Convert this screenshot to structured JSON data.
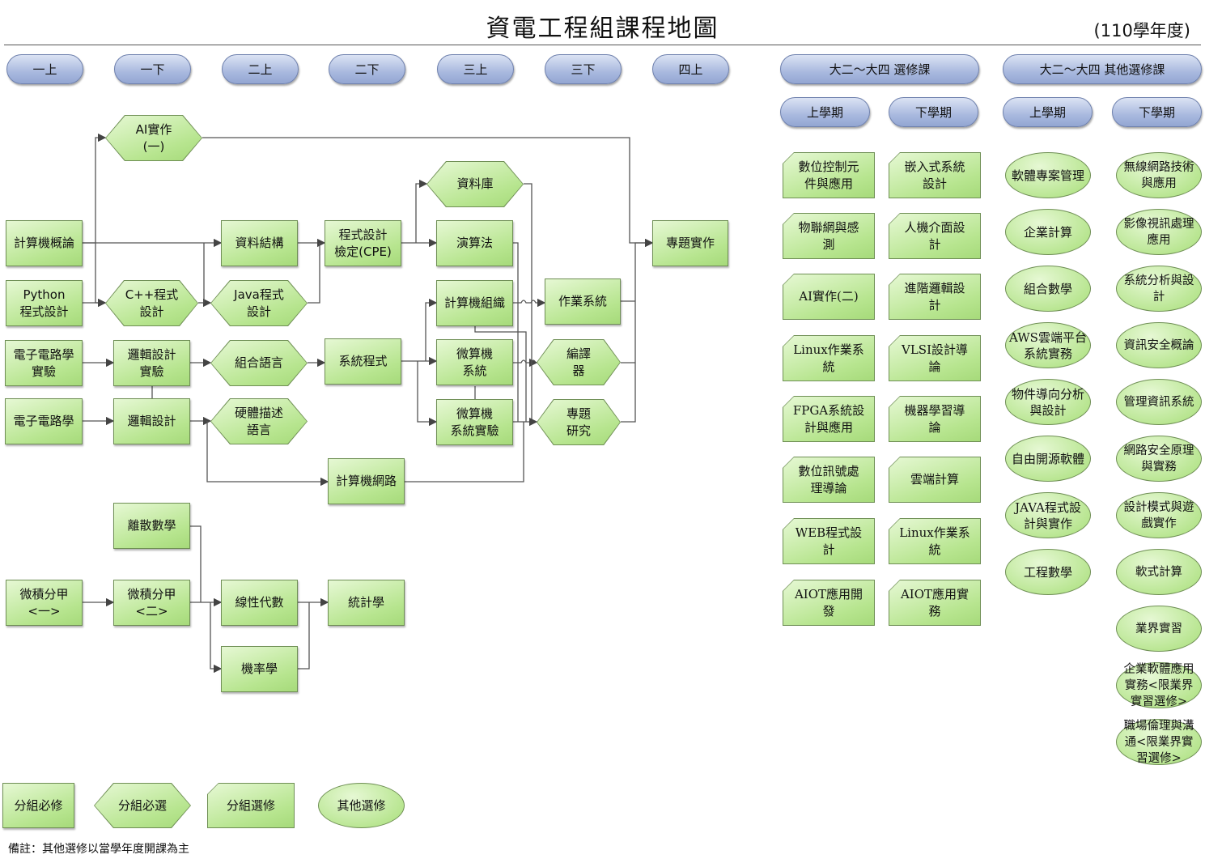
{
  "header": {
    "title": "資電工程組課程地圖",
    "year": "(110學年度)"
  },
  "semesters": [
    "一上",
    "一下",
    "二上",
    "二下",
    "三上",
    "三下",
    "四上"
  ],
  "elective_headers": {
    "group": "大二～大四 選修課",
    "other": "大二～大四 其他選修課",
    "first_half": "上學期",
    "second_half": "下學期"
  },
  "courses": [
    {
      "id": "intro",
      "label": "計算機概論",
      "type": "required"
    },
    {
      "id": "python",
      "label": "Python\n程式設計",
      "type": "required"
    },
    {
      "id": "eclab",
      "label": "電子電路學\n實驗",
      "type": "required"
    },
    {
      "id": "ec",
      "label": "電子電路學",
      "type": "required"
    },
    {
      "id": "calc1",
      "label": "微積分甲\n<一>",
      "type": "required"
    },
    {
      "id": "ai1",
      "label": "AI實作\n(一)",
      "type": "required-choice"
    },
    {
      "id": "cpp",
      "label": "C++程式\n設計",
      "type": "required-choice"
    },
    {
      "id": "logiclab",
      "label": "邏輯設計\n實驗",
      "type": "required"
    },
    {
      "id": "logic",
      "label": "邏輯設計",
      "type": "required"
    },
    {
      "id": "discrete",
      "label": "離散數學",
      "type": "required"
    },
    {
      "id": "calc2",
      "label": "微積分甲\n<二>",
      "type": "required"
    },
    {
      "id": "ds",
      "label": "資料結構",
      "type": "required"
    },
    {
      "id": "java",
      "label": "Java程式\n設計",
      "type": "required-choice"
    },
    {
      "id": "asm",
      "label": "組合語言",
      "type": "required-choice"
    },
    {
      "id": "hdl",
      "label": "硬體描述\n語言",
      "type": "required-choice"
    },
    {
      "id": "linalg",
      "label": "線性代數",
      "type": "required"
    },
    {
      "id": "prob",
      "label": "機率學",
      "type": "required"
    },
    {
      "id": "cpe",
      "label": "程式設計\n檢定(CPE)",
      "type": "required"
    },
    {
      "id": "sysprog",
      "label": "系統程式",
      "type": "required"
    },
    {
      "id": "net",
      "label": "計算機網路",
      "type": "required"
    },
    {
      "id": "stat",
      "label": "統計學",
      "type": "required"
    },
    {
      "id": "db",
      "label": "資料庫",
      "type": "required-choice"
    },
    {
      "id": "algo",
      "label": "演算法",
      "type": "required"
    },
    {
      "id": "org",
      "label": "計算機組織",
      "type": "required"
    },
    {
      "id": "micro",
      "label": "微算機\n系統",
      "type": "required"
    },
    {
      "id": "microlab",
      "label": "微算機\n系統實驗",
      "type": "required"
    },
    {
      "id": "os",
      "label": "作業系統",
      "type": "required"
    },
    {
      "id": "compiler",
      "label": "編譯\n器",
      "type": "required-choice"
    },
    {
      "id": "research",
      "label": "專題\n研究",
      "type": "required-choice"
    },
    {
      "id": "capstone",
      "label": "專題實作",
      "type": "required"
    }
  ],
  "group_electives": {
    "first_half": [
      "數位控制元\n件與應用",
      "物聯網與感\n測",
      "AI實作(二)",
      "Linux作業系\n統",
      "FPGA系統設\n計與應用",
      "數位訊號處\n理導論",
      "WEB程式設\n計",
      "AIOT應用開\n發"
    ],
    "second_half": [
      "嵌入式系統\n設計",
      "人機介面設\n計",
      "進階邏輯設\n計",
      "VLSI設計導\n論",
      "機器學習導\n論",
      "雲端計算",
      "Linux作業系\n統",
      "AIOT應用實\n務"
    ]
  },
  "other_electives": {
    "first_half": [
      "軟體專案管理",
      "企業計算",
      "組合數學",
      "AWS雲端平台\n系統實務",
      "物件導向分析\n與設計",
      "自由開源軟體",
      "JAVA程式設\n計與實作",
      "工程數學"
    ],
    "second_half": [
      "無線網路技術\n與應用",
      "影像視訊處理\n應用",
      "系統分析與設\n計",
      "資訊安全概論",
      "管理資訊系統",
      "網路安全原理\n與實務",
      "設計模式與遊\n戲實作",
      "軟式計算",
      "業界實習",
      "企業軟體應用\n實務<限業界\n實習選修>",
      "職場倫理與溝\n通<限業界實\n習選修>"
    ]
  },
  "legend": [
    "分組必修",
    "分組必選",
    "分組選修",
    "其他選修"
  ],
  "note": "備註：其他選修以當學年度開課為主"
}
